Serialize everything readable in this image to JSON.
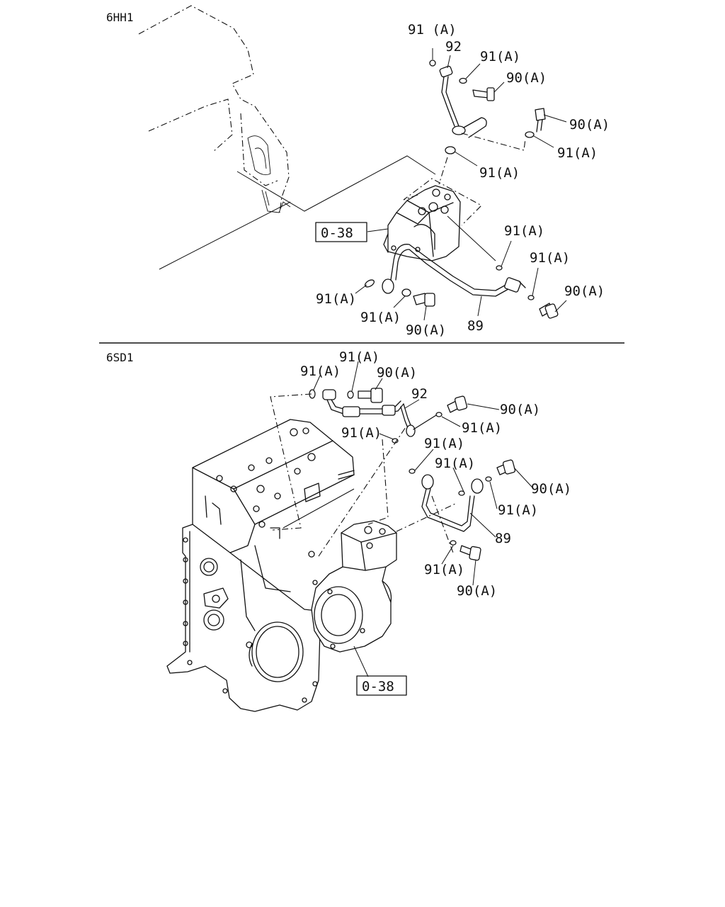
{
  "sections": {
    "top": {
      "title": "6HH1"
    },
    "bottom": {
      "title": "6SD1"
    }
  },
  "labels": {
    "top": {
      "l1": "91 (A)",
      "l2": "92",
      "l3": "91(A)",
      "l4": "90(A)",
      "l5": "90(A)",
      "l6": "91(A)",
      "l7": "91(A)",
      "ref": "0-38",
      "l8": "91(A)",
      "l9": "91(A)",
      "l10": "90(A)",
      "l11": "91(A)",
      "l12": "91(A)",
      "l13": "90(A)",
      "l14": "89"
    },
    "bottom": {
      "l1": "91(A)",
      "l2": "91(A)",
      "l3": "90(A)",
      "l4": "92",
      "l5": "90(A)",
      "l6": "91(A)",
      "l7": "91(A)",
      "l8": "91(A)",
      "l9": "91(A)",
      "l10": "90(A)",
      "l11": "91(A)",
      "l12": "89",
      "l13": "91(A)",
      "l14": "90(A)",
      "ref": "0-38"
    }
  }
}
